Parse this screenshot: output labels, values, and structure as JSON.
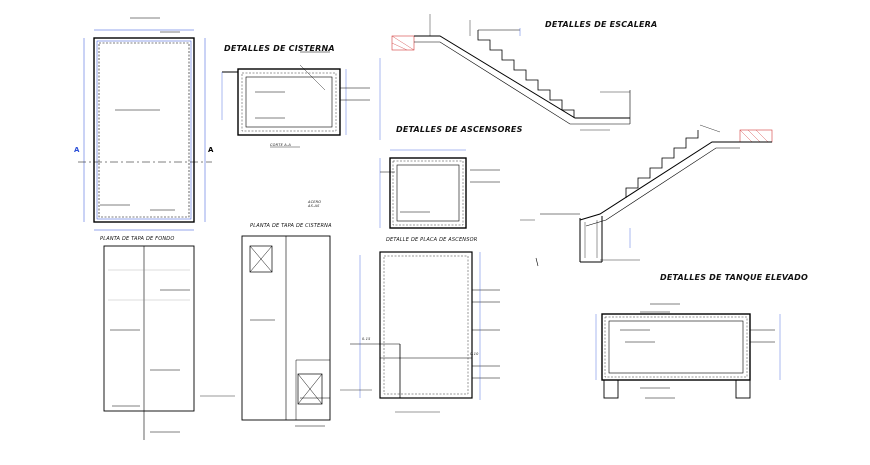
{
  "titles": {
    "cisterna": "DETALLES DE CISTERNA",
    "escalera": "DETALLES DE ESCALERA",
    "ascensores": "DETALLES DE ASCENSORES",
    "tanque": "DETALLES DE TANQUE ELEVADO",
    "tapa_fondo": "PLANTA DE TAPA DE FONDO",
    "tapa_cisterna": "PLANTA DE TAPA DE CISTERNA",
    "placa_ascensor": "DETALLE DE PLACA DE ASCENSOR"
  },
  "labels": {
    "corte": "CORTE A-A",
    "axis_a_left": "A",
    "axis_a_right": "A",
    "dim_a1": "0.15",
    "dim_a2": "0.10",
    "fondo_note": "ACERO\nAS-AS"
  },
  "colors": {
    "ink": "#000000",
    "dim": "#2b4fd8",
    "note": "#e0a800",
    "hatch": "#d23a3a",
    "grid": "#8a8a8a"
  }
}
